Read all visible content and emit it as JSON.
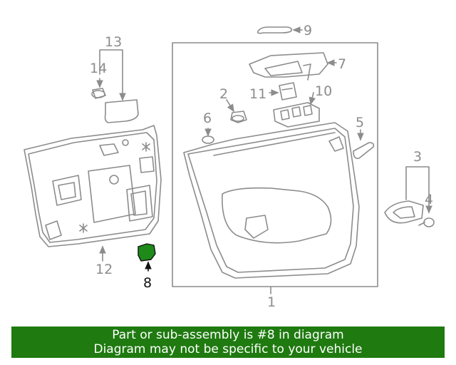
{
  "diagram": {
    "callouts": [
      {
        "id": "1",
        "label": "1"
      },
      {
        "id": "2",
        "label": "2"
      },
      {
        "id": "3",
        "label": "3"
      },
      {
        "id": "4",
        "label": "4"
      },
      {
        "id": "5",
        "label": "5"
      },
      {
        "id": "6",
        "label": "6"
      },
      {
        "id": "7",
        "label": "7"
      },
      {
        "id": "8",
        "label": "8"
      },
      {
        "id": "9",
        "label": "9"
      },
      {
        "id": "10",
        "label": "10"
      },
      {
        "id": "11",
        "label": "11"
      },
      {
        "id": "12",
        "label": "12"
      },
      {
        "id": "13",
        "label": "13"
      },
      {
        "id": "14",
        "label": "14"
      }
    ],
    "highlighted_part": "8"
  },
  "banner": {
    "line1": "Part or sub-assembly is #8 in diagram",
    "line2": "Diagram may not be specific to your vehicle"
  },
  "colors": {
    "line": "#8c8c8c",
    "highlight_fill": "#1e8a1a",
    "banner_bg": "#1f7a10",
    "banner_text": "#ffffff"
  }
}
